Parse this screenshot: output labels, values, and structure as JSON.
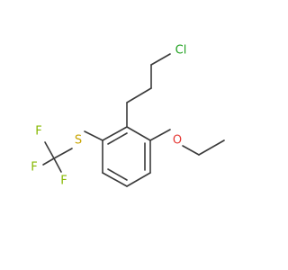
{
  "molecule": {
    "atoms": {
      "cl": {
        "symbol": "Cl",
        "color": "#1fa01f"
      },
      "o": {
        "symbol": "O",
        "color": "#e53935"
      },
      "s": {
        "symbol": "S",
        "color": "#c9a400"
      },
      "f1": {
        "symbol": "F",
        "color": "#86b800"
      },
      "f2": {
        "symbol": "F",
        "color": "#86b800"
      },
      "f3": {
        "symbol": "F",
        "color": "#86b800"
      }
    },
    "bond_color": "#3a3a3a",
    "background": "#ffffff"
  }
}
